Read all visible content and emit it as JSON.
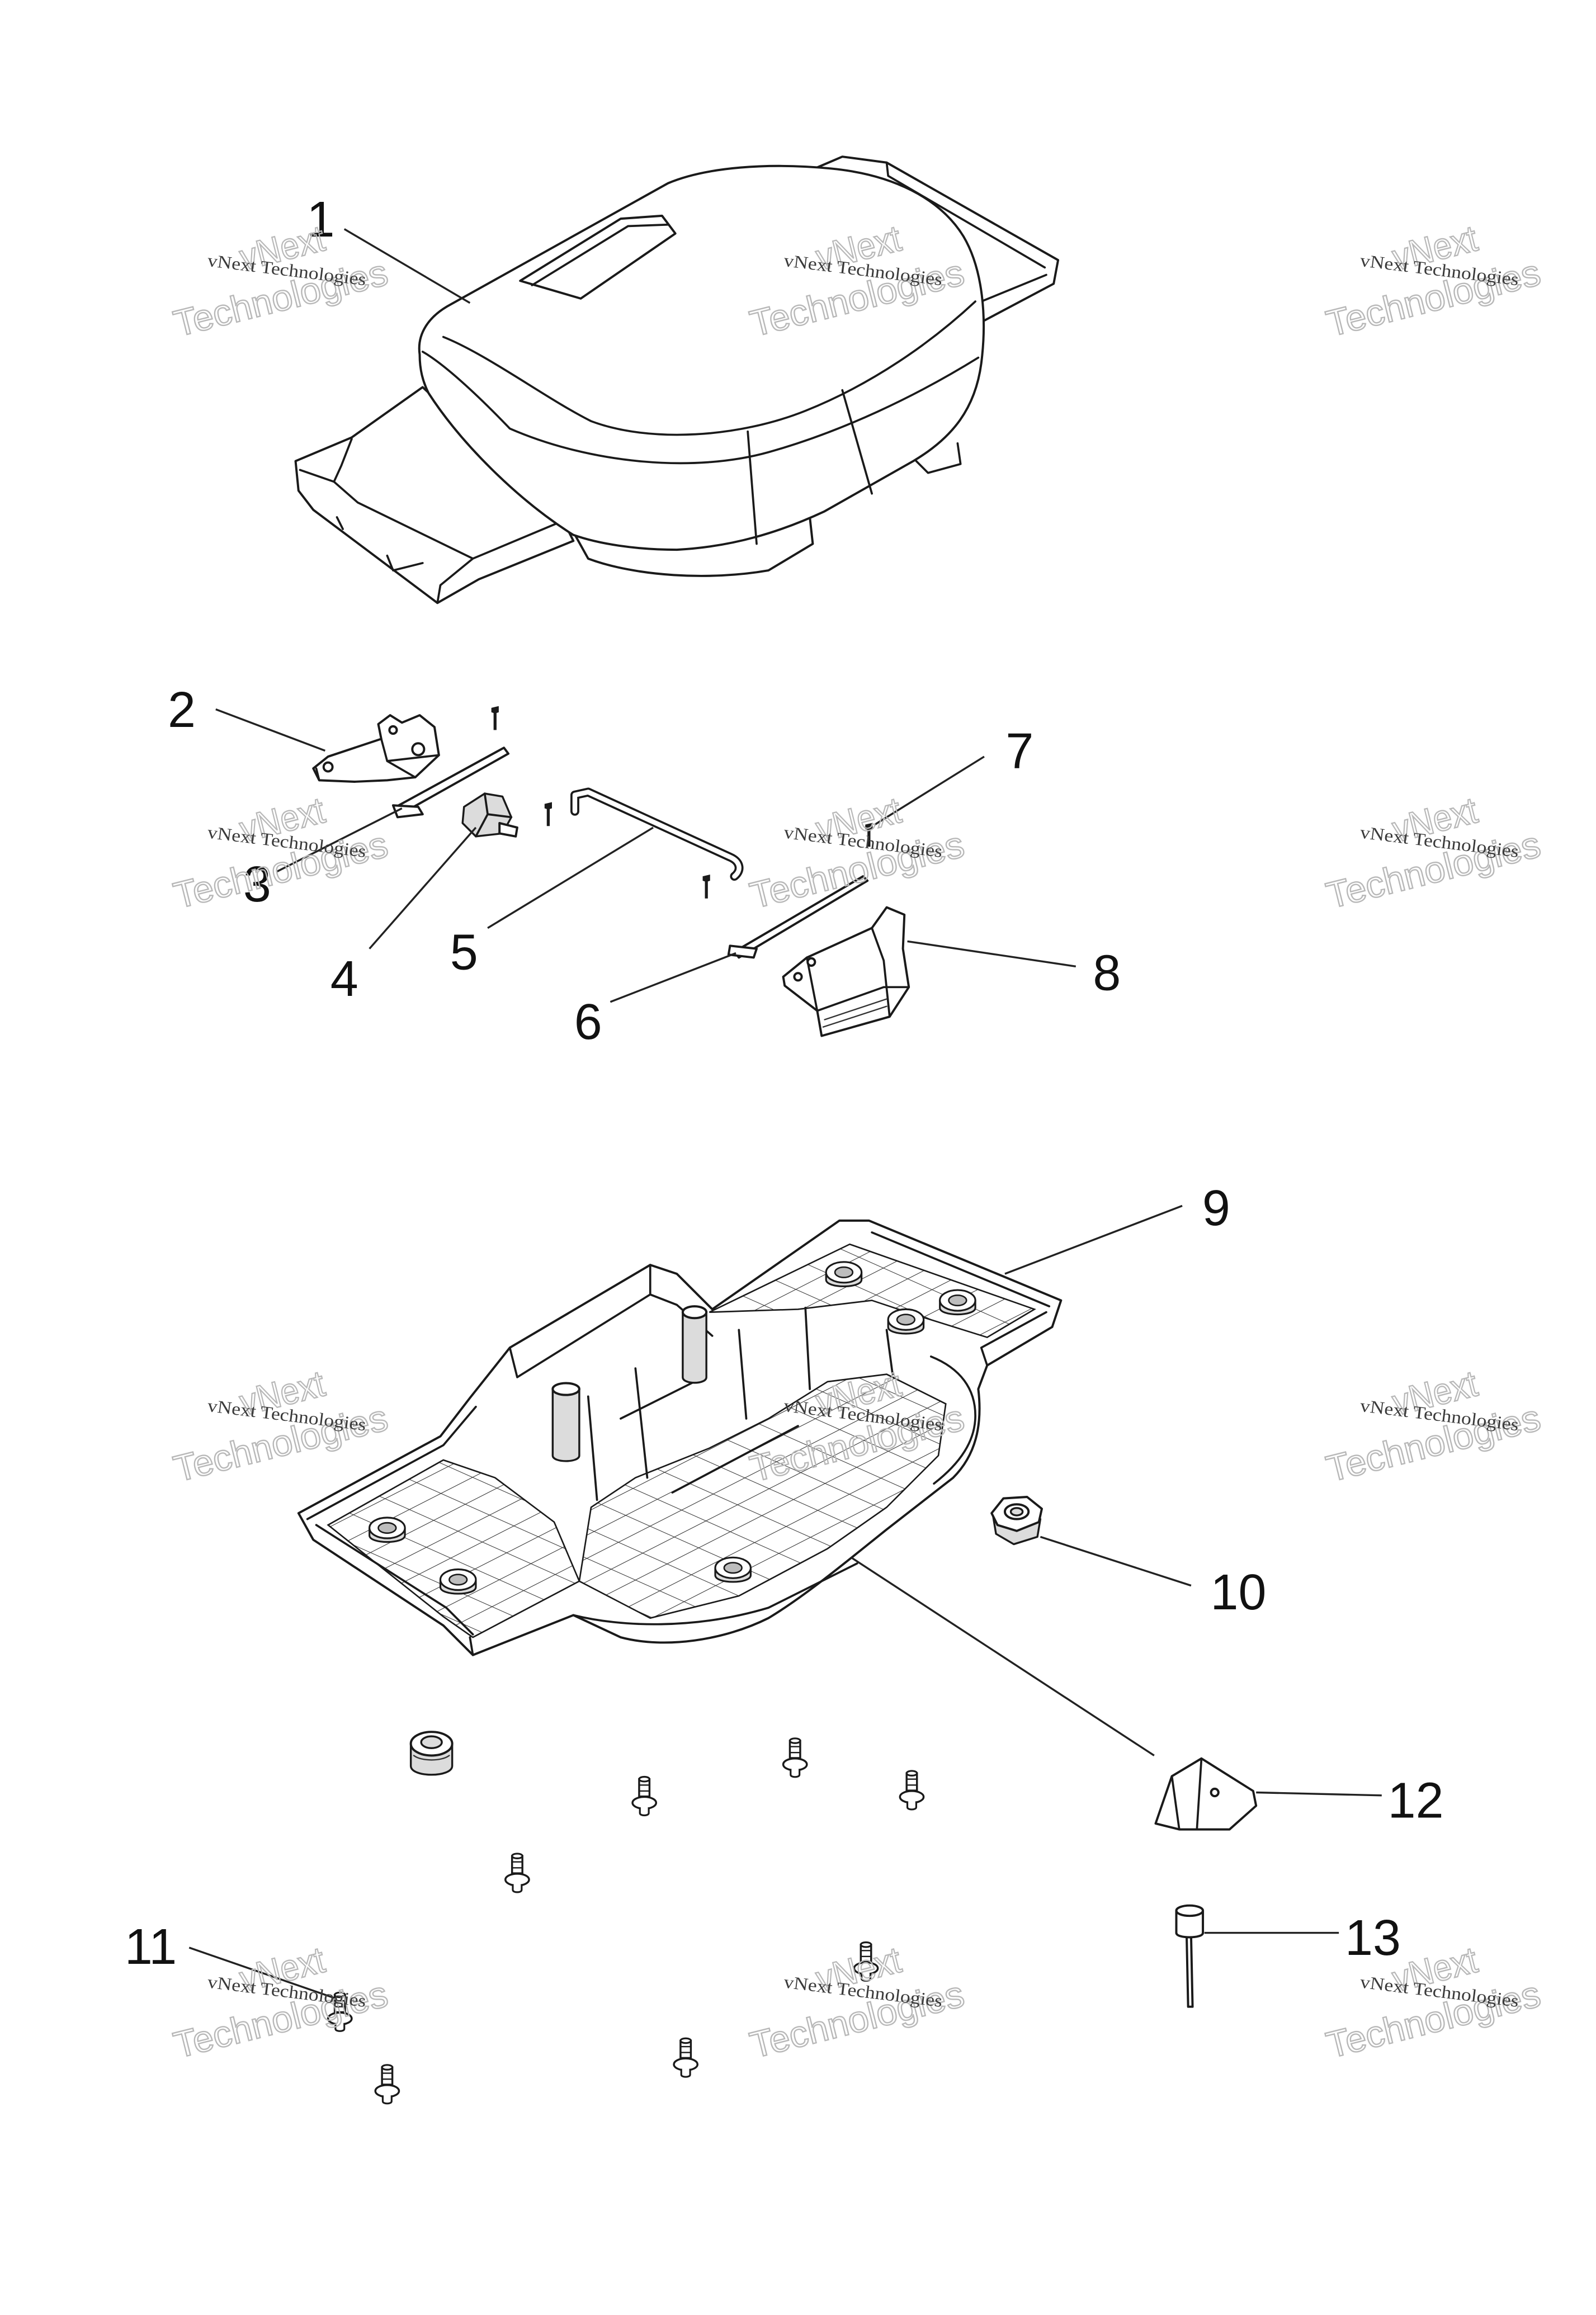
{
  "diagram": {
    "callouts": [
      {
        "label": "1"
      },
      {
        "label": "2"
      },
      {
        "label": "3"
      },
      {
        "label": "4"
      },
      {
        "label": "5"
      },
      {
        "label": "6"
      },
      {
        "label": "7"
      },
      {
        "label": "8"
      },
      {
        "label": "9"
      },
      {
        "label": "10"
      },
      {
        "label": "11"
      },
      {
        "label": "12"
      },
      {
        "label": "13"
      }
    ]
  },
  "watermark": {
    "small_text": "vNext Technologies",
    "logo_top": "vNext",
    "logo_bottom": "Technologies"
  },
  "colors": {
    "line": "#1a1a1a",
    "watermark_outline": "#b8b8b8",
    "background": "#ffffff"
  }
}
